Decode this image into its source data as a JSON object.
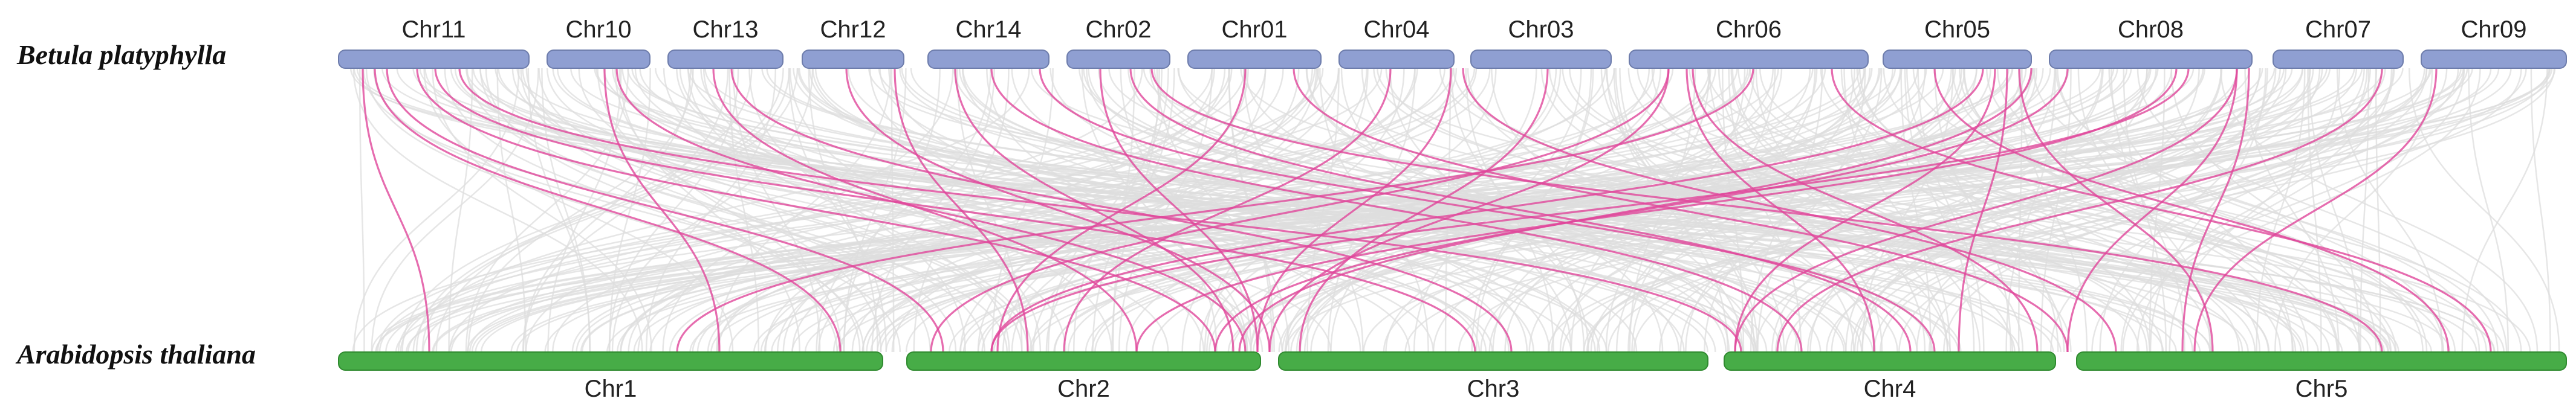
{
  "species": {
    "top": "Betula platyphylla",
    "bottom": "Arabidopsis thaliana"
  },
  "colors": {
    "top_chromosome": "#8f9fd2",
    "bottom_chromosome": "#47ac47",
    "background_links": "#dedede",
    "highlight_links": "#e0479b"
  },
  "top_chromosomes": [
    {
      "name": "Chr11"
    },
    {
      "name": "Chr10"
    },
    {
      "name": "Chr13"
    },
    {
      "name": "Chr12"
    },
    {
      "name": "Chr14"
    },
    {
      "name": "Chr02"
    },
    {
      "name": "Chr01"
    },
    {
      "name": "Chr04"
    },
    {
      "name": "Chr03"
    },
    {
      "name": "Chr06"
    },
    {
      "name": "Chr05"
    },
    {
      "name": "Chr08"
    },
    {
      "name": "Chr07"
    },
    {
      "name": "Chr09"
    }
  ],
  "bottom_chromosomes": [
    {
      "name": "Chr1"
    },
    {
      "name": "Chr2"
    },
    {
      "name": "Chr3"
    },
    {
      "name": "Chr4"
    },
    {
      "name": "Chr5"
    }
  ]
}
